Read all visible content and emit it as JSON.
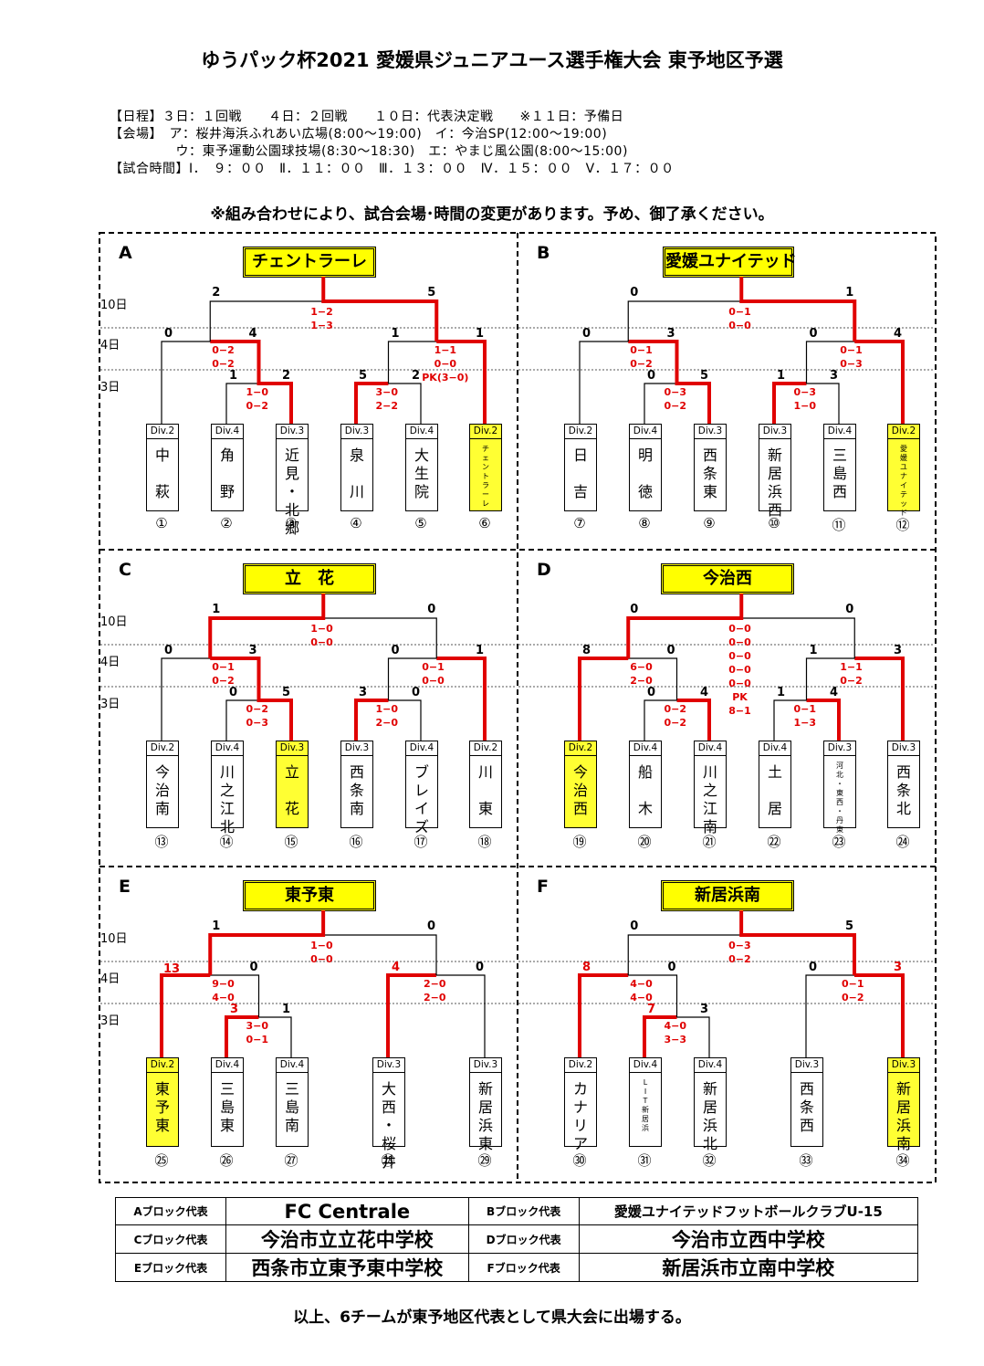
{
  "title": "ゆうパック杯2021 愛媛県ジュニアユース選手権大会 東予地区予選",
  "schedule_lines": [
    "【日程】３日：１回戦　　４日：２回戦　　１０日：代表決定戦　　※１１日：予備日",
    "【会場】　ア：桜井海浜ふれあい広場(8:00～19:00)　イ：今治SP(12:00～19:00)",
    "　　　　　ウ：東予運動公園球技場(8:30～18:30)　エ：やまじ風公園(8:00～15:00)",
    "【試合時間】Ⅰ．　９：００　Ⅱ．１１：００　Ⅲ．１３：００　Ⅳ．１５：００　Ⅴ．１７：００"
  ],
  "notice": "※組み合わせにより、試合会場･時間の変更があります。予め、御了承ください。",
  "day_labels": [
    "10日",
    "4日",
    "3日"
  ],
  "blocks": [
    {
      "letter": "A",
      "winner": "チェントラーレ",
      "teams": [
        {
          "div": "Div.2",
          "name": "中\n\n萩",
          "num": "①"
        },
        {
          "div": "Div.4",
          "name": "角\n\n野",
          "num": "②"
        },
        {
          "div": "Div.3",
          "name": "近\n見\n・\n北\n郷",
          "num": "③",
          "small": false
        },
        {
          "div": "Div.3",
          "name": "泉\n\n川",
          "num": "④"
        },
        {
          "div": "Div.4",
          "name": "大\n生\n院",
          "num": "⑤"
        },
        {
          "div": "Div.2",
          "name": "チ\nェ\nン\nト\nラ\nー\nレ",
          "num": "⑥",
          "small": true,
          "win": true
        }
      ],
      "scores": [
        "2",
        "5",
        "0",
        "4",
        "1",
        "1",
        "1",
        "2",
        "5",
        "2"
      ],
      "match_scores": [
        "1−2\n1−3",
        "0−2\n0−2",
        "1−1\n0−0\nPK(3−0)",
        "1−0\n0−2",
        "3−0\n2−2"
      ]
    },
    {
      "letter": "B",
      "winner": "愛媛ユナイテッド",
      "teams": [
        {
          "div": "Div.2",
          "name": "日\n\n吉",
          "num": "⑦"
        },
        {
          "div": "Div.4",
          "name": "明\n\n徳",
          "num": "⑧"
        },
        {
          "div": "Div.3",
          "name": "西\n条\n東",
          "num": "⑨"
        },
        {
          "div": "Div.3",
          "name": "新\n居\n浜\n西",
          "num": "⑩"
        },
        {
          "div": "Div.4",
          "name": "三\n島\n西",
          "num": "⑪"
        },
        {
          "div": "Div.2",
          "name": "愛\n媛\nユ\nナ\nイ\nテ\nッ\nド",
          "num": "⑫",
          "small": true,
          "win": true
        }
      ],
      "scores": [
        "0",
        "1",
        "0",
        "3",
        "0",
        "4",
        "0",
        "5",
        "1",
        "3"
      ],
      "match_scores": [
        "0−1\n0−0",
        "0−1\n0−2",
        "0−1\n0−3",
        "0−3\n0−2",
        "0−3\n1−0"
      ]
    },
    {
      "letter": "C",
      "winner": "立　花",
      "teams": [
        {
          "div": "Div.2",
          "name": "今\n治\n南",
          "num": "⑬"
        },
        {
          "div": "Div.4",
          "name": "川\n之\n江\n北",
          "num": "⑭"
        },
        {
          "div": "Div.3",
          "name": "立\n\n花",
          "num": "⑮",
          "win": true
        },
        {
          "div": "Div.3",
          "name": "西\n条\n南",
          "num": "⑯"
        },
        {
          "div": "Div.4",
          "name": "ブ\nレ\nイ\nズ",
          "num": "⑰"
        },
        {
          "div": "Div.2",
          "name": "川\n\n東",
          "num": "⑱"
        }
      ],
      "scores": [
        "1",
        "0",
        "0",
        "3",
        "0",
        "1",
        "0",
        "5",
        "3",
        "0"
      ],
      "match_scores": [
        "1−0\n0−0",
        "0−1\n0−2",
        "0−1\n0−0",
        "0−2\n0−3",
        "1−0\n2−0"
      ]
    },
    {
      "letter": "D",
      "winner": "今治西",
      "teams": [
        {
          "div": "Div.2",
          "name": "今\n治\n西",
          "num": "⑲",
          "win": true
        },
        {
          "div": "Div.4",
          "name": "船\n\n木",
          "num": "⑳"
        },
        {
          "div": "Div.4",
          "name": "川\n之\n江\n南",
          "num": "㉑"
        },
        {
          "div": "Div.4",
          "name": "土\n\n居",
          "num": "㉒"
        },
        {
          "div": "Div.3",
          "name": "河\n北\n・\n東\n西\n・\n丹\n東",
          "num": "㉓",
          "small": true
        },
        {
          "div": "Div.3",
          "name": "西\n条\n北",
          "num": "㉔"
        }
      ],
      "scores": [
        "0",
        "0",
        "8",
        "0",
        "1",
        "3",
        "0",
        "4",
        "1",
        "4"
      ],
      "match_scores": [
        "0−0\n0−0\n0−0\n0−0\n0−0\nPK\n8−1",
        "6−0\n2−0",
        "1−1\n0−2",
        "0−2\n0−2",
        "0−1\n1−3"
      ]
    },
    {
      "letter": "E",
      "winner": "東予東",
      "teams": [
        {
          "div": "Div.2",
          "name": "東\n予\n東",
          "num": "㉕",
          "win": true
        },
        {
          "div": "Div.4",
          "name": "三\n島\n東",
          "num": "㉖"
        },
        {
          "div": "Div.4",
          "name": "三\n島\n南",
          "num": "㉗"
        },
        {
          "div": "Div.3",
          "name": "大\n西\n・\n桜\n井",
          "num": "㉘",
          "small": false
        },
        {
          "div": "Div.3",
          "name": "新\n居\n浜\n東",
          "num": "㉙"
        }
      ],
      "scores": [
        "1",
        "0",
        "13",
        "0",
        "4",
        "0",
        "3",
        "1"
      ],
      "match_scores": [
        "1−0\n0−0",
        "9−0\n4−0",
        "2−0\n2−0",
        "3−0\n0−1"
      ]
    },
    {
      "letter": "F",
      "winner": "新居浜南",
      "teams": [
        {
          "div": "Div.2",
          "name": "カ\nナ\nリ\nア",
          "num": "㉚"
        },
        {
          "div": "Div.4",
          "name": "L\nI\nT\n新\n居\n浜",
          "num": "㉛",
          "small": true
        },
        {
          "div": "Div.4",
          "name": "新\n居\n浜\n北",
          "num": "㉜"
        },
        {
          "div": "Div.3",
          "name": "西\n条\n西",
          "num": "㉝"
        },
        {
          "div": "Div.3",
          "name": "新\n居\n浜\n南",
          "num": "㉞",
          "win": true
        }
      ],
      "scores": [
        "0",
        "5",
        "8",
        "0",
        "0",
        "3",
        "7",
        "3"
      ],
      "match_scores": [
        "0−3\n0−2",
        "4−0\n4−0",
        "0−1\n0−2",
        "4−0\n3−3"
      ]
    }
  ],
  "representatives": [
    {
      "label": "Aブロック代表",
      "value": "FC Centrale"
    },
    {
      "label": "Bブロック代表",
      "value": "愛媛ユナイテッドフットボールクラブU-15"
    },
    {
      "label": "Cブロック代表",
      "value": "今治市立立花中学校"
    },
    {
      "label": "Dブロック代表",
      "value": "今治市立西中学校"
    },
    {
      "label": "Eブロック代表",
      "value": "西条市立東予東中学校"
    },
    {
      "label": "Fブロック代表",
      "value": "新居浜市立南中学校"
    }
  ],
  "footer": "以上、6チームが東予地区代表として県大会に出場する。",
  "colors": {
    "win_path": "#e00000",
    "highlight": "#ffff33",
    "line": "#000000"
  }
}
